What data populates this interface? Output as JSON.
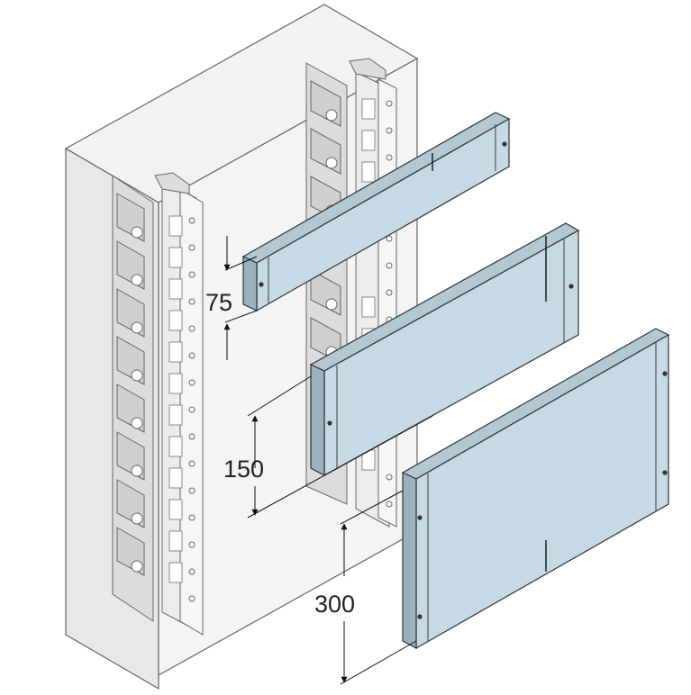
{
  "dimensions": {
    "small_panel": "75",
    "medium_panel": "150",
    "large_panel": "300"
  },
  "colors": {
    "cabinet_fill": "#eeeeee",
    "cabinet_stroke": "#666666",
    "panel_fill": "#c6d9e5",
    "panel_dark": "#9cb1bf",
    "panel_stroke": "#333333",
    "rail_fill": "#e6e6e6",
    "dim_line": "#111111"
  }
}
